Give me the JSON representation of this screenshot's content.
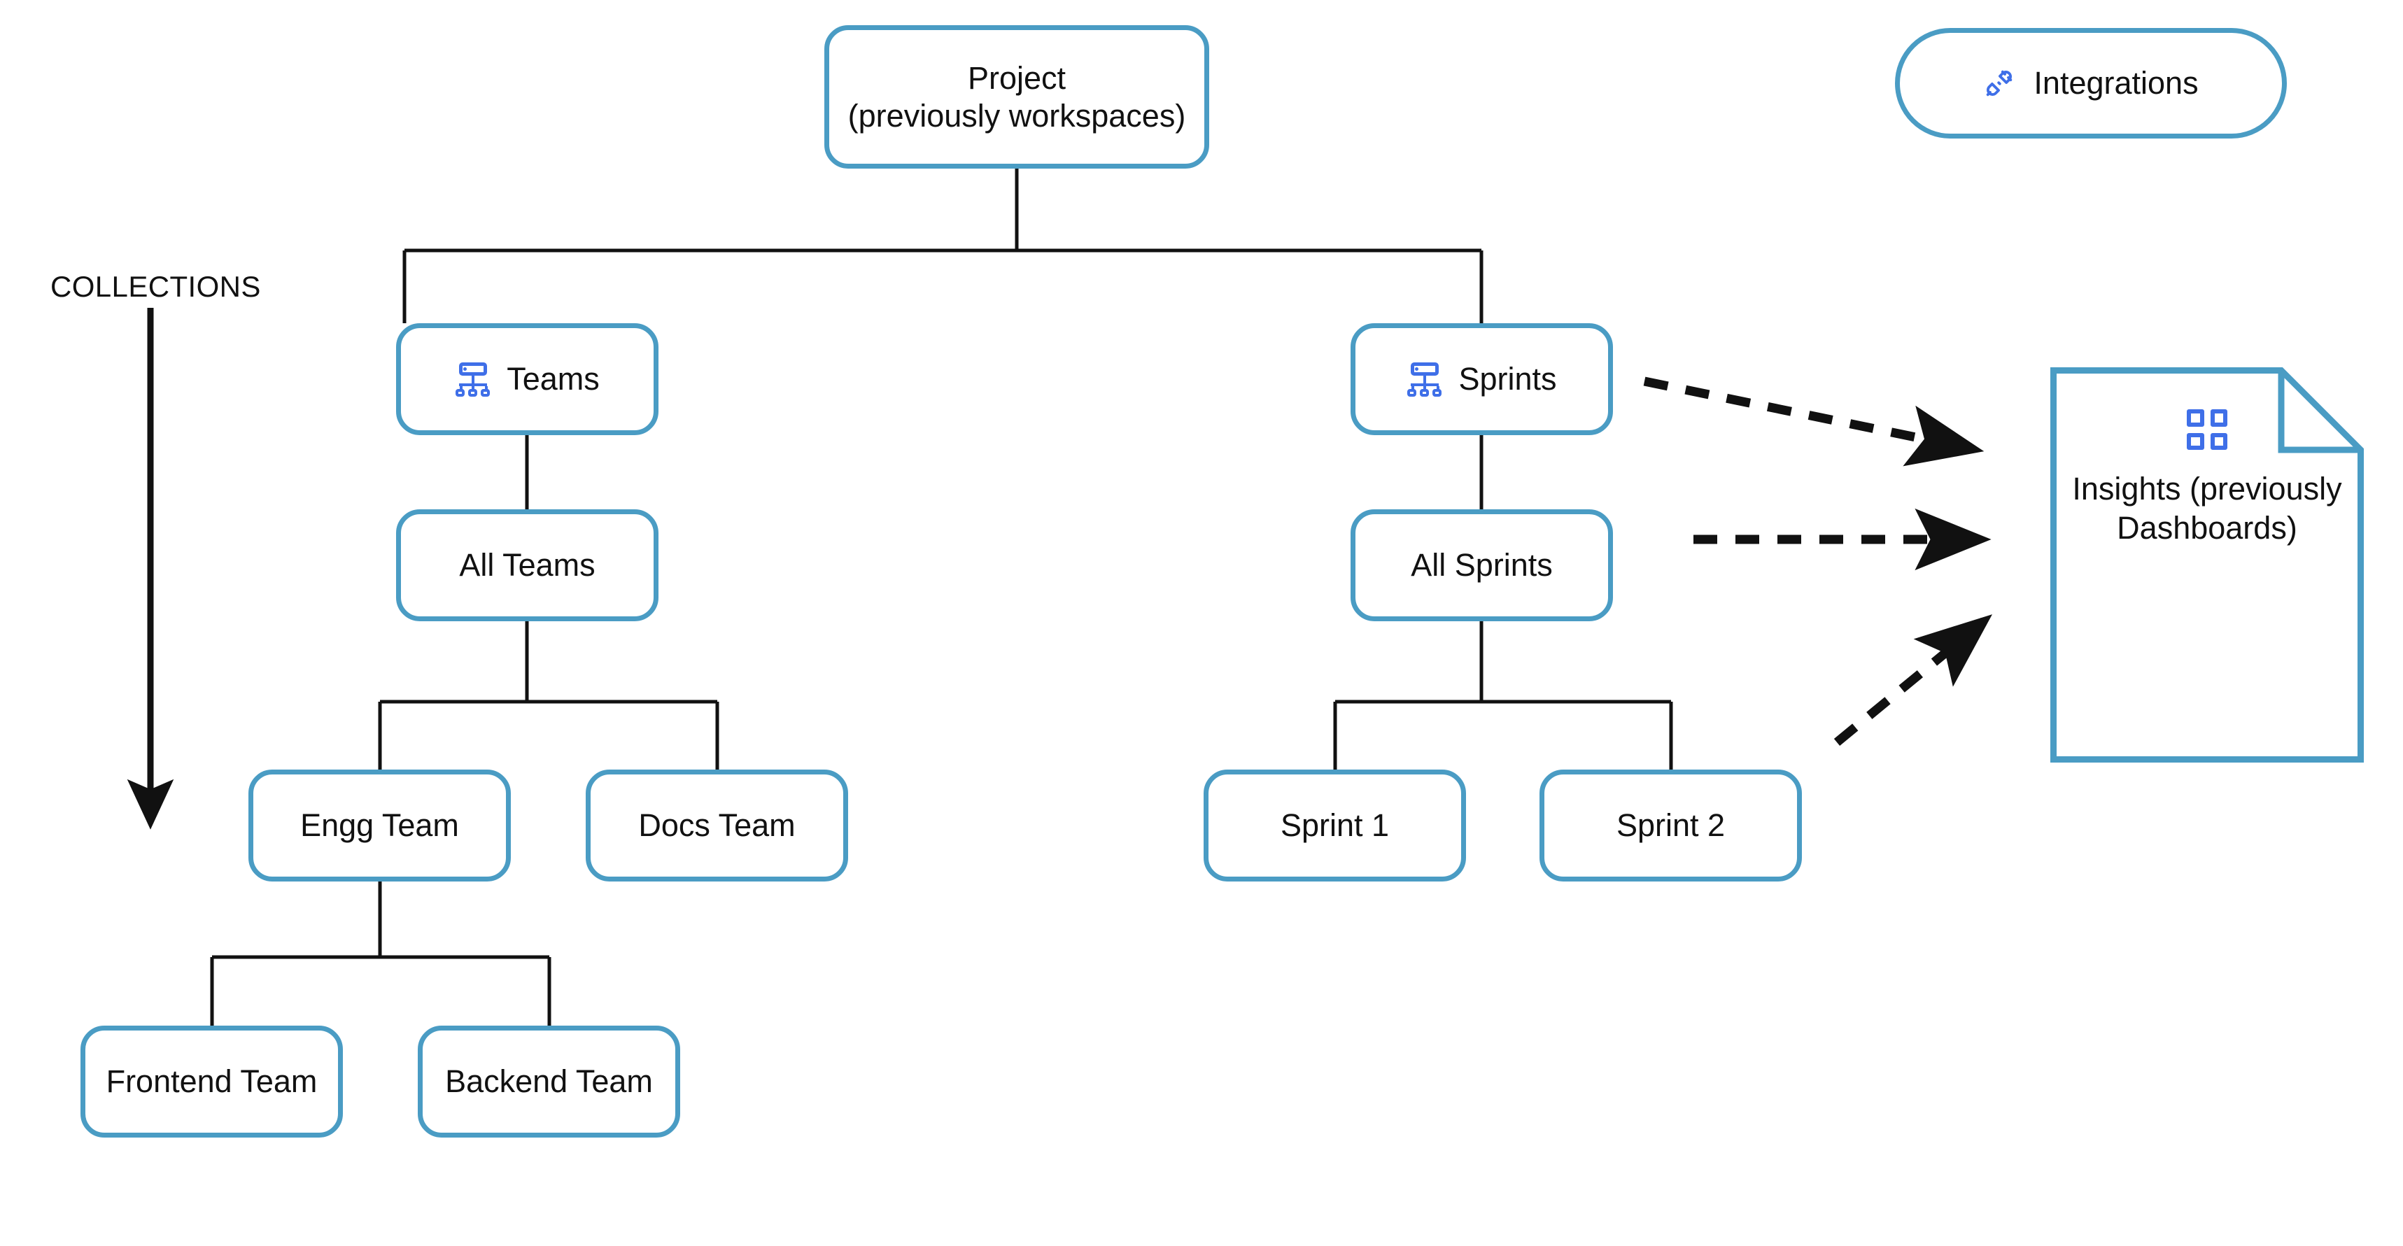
{
  "diagram": {
    "title_hint": "Project hierarchy and collections structure",
    "axis_label": "COLLECTIONS",
    "accent_color": "#4a9cc4",
    "icon_color": "#3f6fe8",
    "line_color": "#111111"
  },
  "nodes": {
    "project": {
      "line1": "Project",
      "line2": "(previously workspaces)"
    },
    "teams": {
      "label": "Teams",
      "icon": "sitemap-icon"
    },
    "sprints": {
      "label": "Sprints",
      "icon": "sitemap-icon"
    },
    "all_teams": {
      "label": "All Teams"
    },
    "all_sprints": {
      "label": "All Sprints"
    },
    "engg_team": {
      "label": "Engg Team"
    },
    "docs_team": {
      "label": "Docs Team"
    },
    "sprint_1": {
      "label": "Sprint 1"
    },
    "sprint_2": {
      "label": "Sprint 2"
    },
    "frontend_team": {
      "label": "Frontend Team"
    },
    "backend_team": {
      "label": "Backend Team"
    },
    "integrations": {
      "label": "Integrations",
      "icon": "plug-connector-icon"
    },
    "insights": {
      "line1": "Insights",
      "line2": "(previously",
      "line3": "Dashboards)",
      "icon": "grid-2x2-icon"
    }
  },
  "chart_data": {
    "type": "tree",
    "root": "Project (previously workspaces)",
    "edges": [
      [
        "Project (previously workspaces)",
        "Teams"
      ],
      [
        "Project (previously workspaces)",
        "Sprints"
      ],
      [
        "Teams",
        "All Teams"
      ],
      [
        "Sprints",
        "All Sprints"
      ],
      [
        "All Teams",
        "Engg Team"
      ],
      [
        "All Teams",
        "Docs Team"
      ],
      [
        "All Sprints",
        "Sprint 1"
      ],
      [
        "All Sprints",
        "Sprint 2"
      ],
      [
        "Engg Team",
        "Frontend Team"
      ],
      [
        "Engg Team",
        "Backend Team"
      ]
    ],
    "dashed_edges": [
      [
        "Sprints",
        "Insights (previously Dashboards)"
      ],
      [
        "All Sprints",
        "Insights (previously Dashboards)"
      ],
      [
        "Sprint 2 area",
        "Insights (previously Dashboards)"
      ]
    ],
    "standalone": [
      "Integrations"
    ],
    "annotation": "COLLECTIONS (downward arrow spanning Teams through Frontend/Backend levels)"
  }
}
